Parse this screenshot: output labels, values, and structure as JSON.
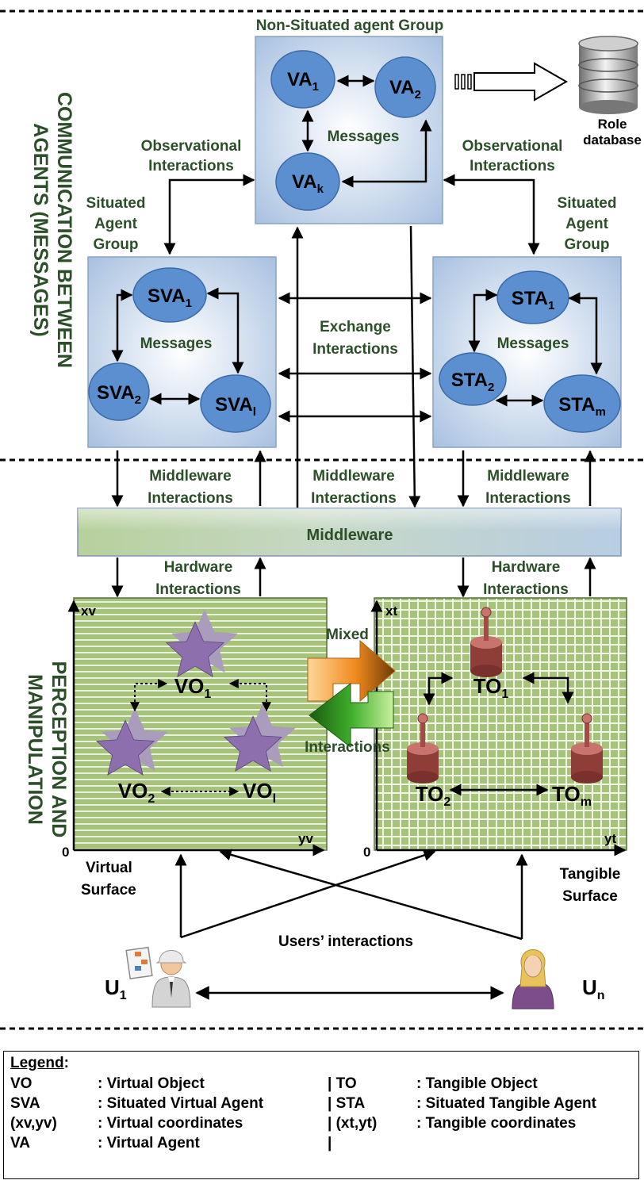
{
  "sections": {
    "communication": "COMMUNICATION BETWEEN AGENTS (MESSAGES)",
    "perception": "PERCEPTION AND MANIPULATION"
  },
  "non_situated": {
    "title": "Non-Situated agent Group",
    "messages": "Messages",
    "va1": {
      "base": "VA",
      "sub": "1"
    },
    "va2": {
      "base": "VA",
      "sub": "2"
    },
    "vak": {
      "base": "VA",
      "sub": "k"
    }
  },
  "role_database": {
    "line1": "Role",
    "line2": "database"
  },
  "observational_left": {
    "line1": "Observational",
    "line2": "Interactions"
  },
  "observational_right": {
    "line1": "Observational",
    "line2": "Interactions"
  },
  "situated_left_label": {
    "line1": "Situated",
    "line2": "Agent",
    "line3": "Group"
  },
  "situated_right_label": {
    "line1": "Situated",
    "line2": "Agent",
    "line3": "Group"
  },
  "svg_group": {
    "messages": "Messages",
    "sva1": {
      "base": "SVA",
      "sub": "1"
    },
    "sva2": {
      "base": "SVA",
      "sub": "2"
    },
    "sval": {
      "base": "SVA",
      "sub": "l"
    }
  },
  "stg_group": {
    "messages": "Messages",
    "sta1": {
      "base": "STA",
      "sub": "1"
    },
    "sta2": {
      "base": "STA",
      "sub": "2"
    },
    "stam": {
      "base": "STA",
      "sub": "m"
    }
  },
  "exchange": {
    "line1": "Exchange",
    "line2": "Interactions"
  },
  "middleware_interactions": {
    "line1": "Middleware",
    "line2": "Interactions"
  },
  "middleware": "Middleware",
  "hardware_interactions": {
    "line1": "Hardware",
    "line2": "Interactions"
  },
  "virtual_surface": {
    "xlabel": "xv",
    "ylabel": "yv",
    "origin": "0",
    "name_line1": "Virtual",
    "name_line2": "Surface",
    "vo1": {
      "base": "VO",
      "sub": "1"
    },
    "vo2": {
      "base": "VO",
      "sub": "2"
    },
    "vol": {
      "base": "VO",
      "sub": "l"
    }
  },
  "tangible_surface": {
    "xlabel": "xt",
    "ylabel": "yt",
    "origin": "0",
    "name_line1": "Tangible",
    "name_line2": "Surface",
    "to1": {
      "base": "TO",
      "sub": "1"
    },
    "to2": {
      "base": "TO",
      "sub": "2"
    },
    "tom": {
      "base": "TO",
      "sub": "m"
    }
  },
  "mixed": {
    "line1": "Mixed",
    "line2": "Interactions"
  },
  "users_interactions": "Users’ interactions",
  "user1": {
    "base": "U",
    "sub": "1"
  },
  "usern": {
    "base": "U",
    "sub": "n"
  },
  "legend": {
    "title": "Legend",
    "title_suffix": ":",
    "rows": [
      {
        "a": "VO",
        "b": ": Virtual Object",
        "c": "| TO",
        "d": ": Tangible Object"
      },
      {
        "a": "SVA",
        "b": ": Situated Virtual Agent",
        "c": "| STA",
        "d": ": Situated Tangible Agent"
      },
      {
        "a": "(xv,yv)",
        "b": ": Virtual coordinates",
        "c": "| (xt,yt)",
        "d": ": Tangible coordinates"
      },
      {
        "a": "VA",
        "b": ": Virtual Agent",
        "c": "|",
        "d": ""
      }
    ]
  },
  "colors": {
    "section_text": "#2c4f2a",
    "agent_node": "#5b8fd0",
    "group_box": "#b9cde6",
    "surface_green": "#a9c47a",
    "star": "#8e6fad",
    "tangible_object": "#b05a55"
  }
}
